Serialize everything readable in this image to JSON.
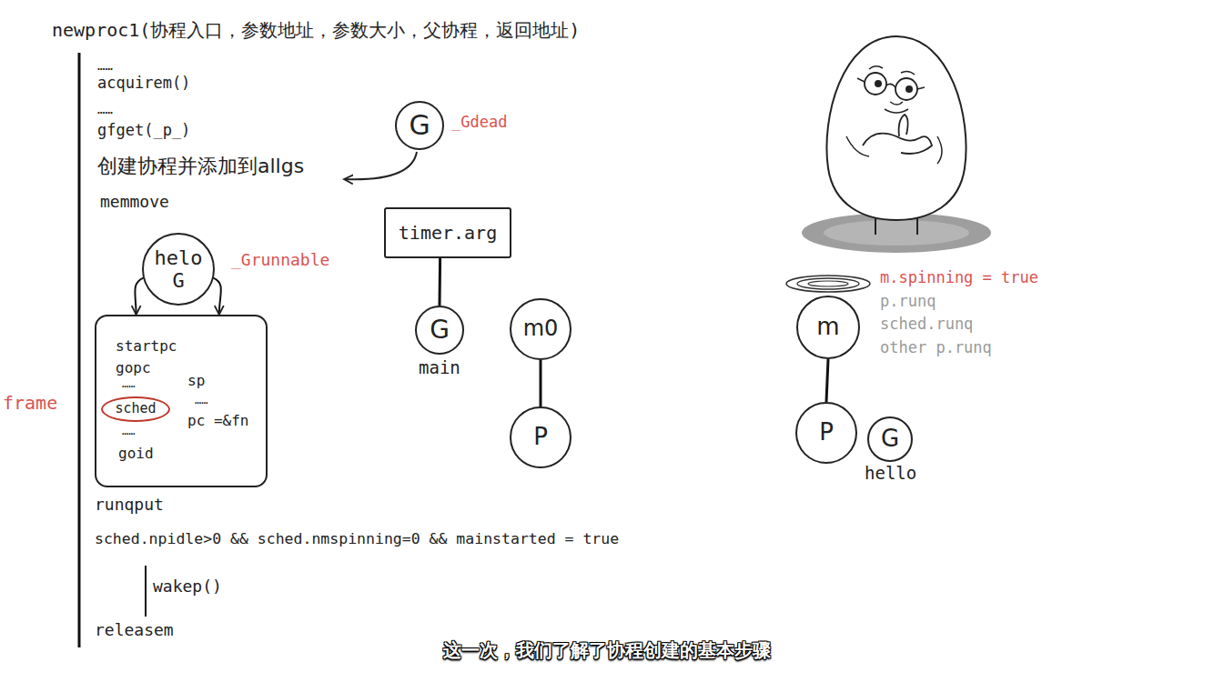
{
  "diagram": {
    "title": "newproc1(协程入口，参数地址，参数大小，父协程，返回地址)",
    "caption": "这一次，我们了解了协程创建的基本步骤",
    "nodes": [
      {
        "text": [
          "G",
          "_Gdead"
        ]
      },
      {
        "text": [
          "helo G",
          "_Grunnable"
        ]
      },
      {
        "text": [
          "startpc",
          "gopc",
          "……",
          "sp",
          "……",
          "pc =&fn",
          "……",
          "goid"
        ]
      },
      {
        "text": [
          "sched"
        ],
        "in": 2
      },
      {
        "text": [
          "timer.arg"
        ]
      },
      {
        "text": [
          "G",
          "main"
        ]
      },
      {
        "text": [
          "m0"
        ]
      },
      {
        "text": [
          "P"
        ]
      },
      {
        "text": [
          "m"
        ]
      },
      {
        "text": [
          "P"
        ]
      },
      {
        "text": [
          "G",
          "hello"
        ]
      }
    ],
    "edges": [
      {
        "from": 1,
        "to": 2,
        "arrow": "to"
      },
      {
        "from": 1,
        "to": 2,
        "arrow": "to"
      },
      {
        "from": 4,
        "to": 5,
        "arrow": "none"
      },
      {
        "from": 6,
        "to": 7,
        "arrow": "none"
      },
      {
        "from": 8,
        "to": 9,
        "arrow": "none"
      }
    ],
    "labels": [
      "……",
      "acquirem()",
      "……",
      "gfget(_p_)",
      "创建协程并添加到allgs",
      "memmove",
      "frame",
      "runqput",
      "sched.npidle>0 && sched.nmspinning=0 && mainstarted = true",
      "wakep()",
      "releasem",
      "m.spinning = true",
      "p.runq",
      "sched.runq",
      "other p.runq"
    ]
  }
}
